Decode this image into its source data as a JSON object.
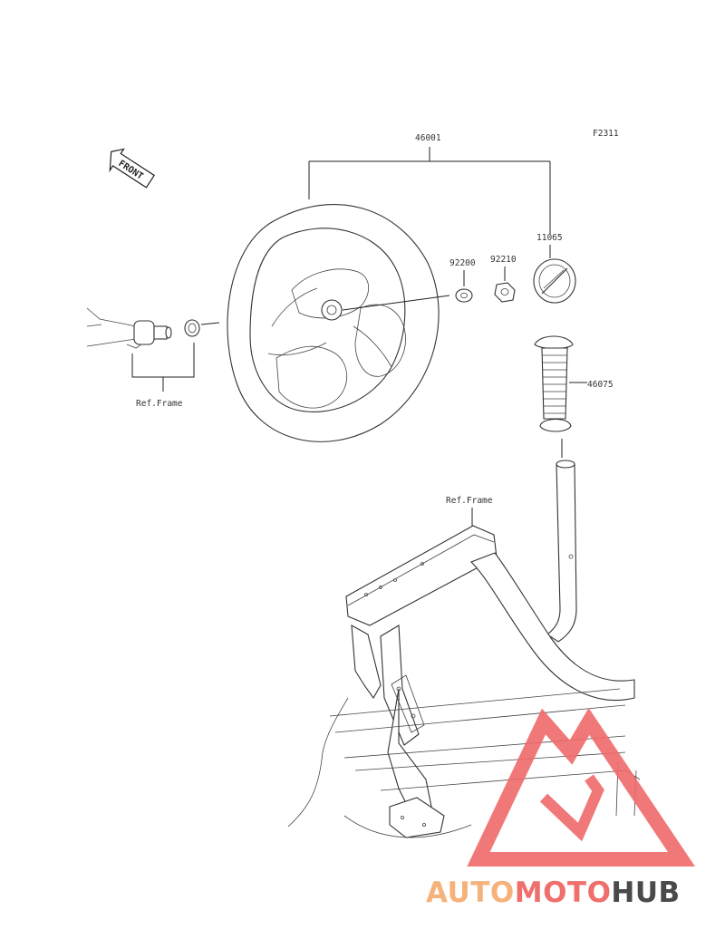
{
  "figure_code": "F2311",
  "front_arrow_text": "FRONT",
  "parts": {
    "steering_wheel_assy": "46001",
    "cap": "11065",
    "washer": "92200",
    "nut": "92210",
    "grip": "46075"
  },
  "ref_frame_labels": [
    "Ref.Frame",
    "Ref.Frame"
  ],
  "watermark": {
    "brand_part1": "AUTO",
    "brand_part2": "MOTO",
    "brand_part3": "HUB",
    "colors": {
      "orange": "#f5b27a",
      "red": "#ef6f6c",
      "gray": "#4a4a4a",
      "triangle": "#f06a6a"
    }
  },
  "colors": {
    "line": "#222222"
  }
}
